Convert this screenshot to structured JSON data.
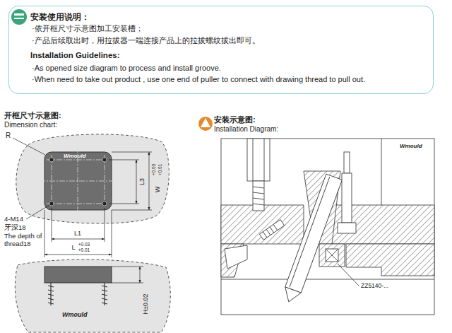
{
  "diagram": {
    "nodes": [
      {
        "text": [
          "安装使用说明：",
          "·依开框尺寸示意图加工安装槽；",
          "·产品后续取出时，用拉拔器一端连接产品上的拉拔螺纹拔出即可。",
          "Installation Guidelines:",
          "·As opened size diagram to process and install groove.",
          "·When need to take out product , use one end of puller to connect with drawing thread to pull out."
        ]
      }
    ],
    "edges": [],
    "labels": [
      "开框尺寸示意图:",
      "Dimension chart:",
      "R",
      "Wmould",
      "L3",
      "W",
      "+0.03",
      "+0.01",
      "L1",
      "L",
      "+0.03",
      "+0.01",
      "4-M14",
      "牙深18",
      "The depth of thread18",
      "H±0.02",
      "Wmould",
      "安装示意图:",
      "Installation Diagram:",
      "Wmould",
      "ZZ5140-..."
    ]
  }
}
